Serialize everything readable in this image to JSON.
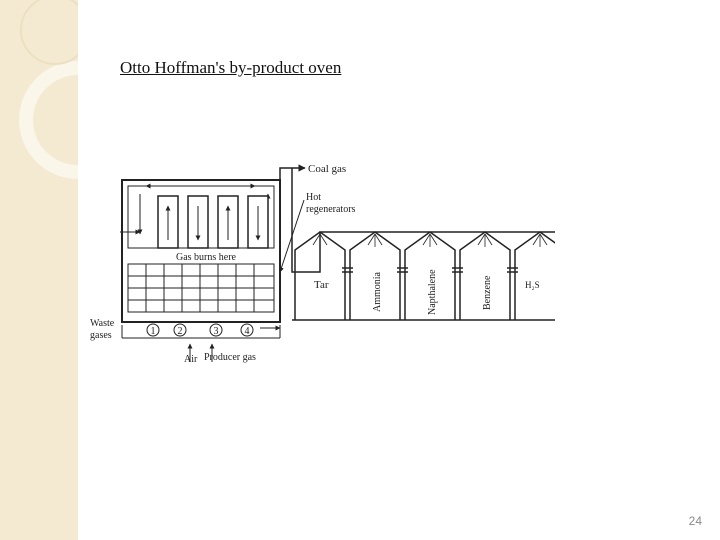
{
  "slide": {
    "title": "Otto Hoffman's by-product oven",
    "page_number": "24"
  },
  "diagram": {
    "labels": {
      "coal_gas": "Coal gas",
      "hot_regenerators_line1": "Hot",
      "hot_regenerators_line2": "regenerators",
      "gas_burns_here": "Gas burns here",
      "waste_gases_line1": "Waste",
      "waste_gases_line2": "gases",
      "air": "Air",
      "producer_gas": "Producer gas",
      "h2s": "H₂S"
    },
    "chambers": [
      "1",
      "2",
      "3",
      "4"
    ],
    "towers": [
      "Tar",
      "Ammonia",
      "Napthalene",
      "Benzene"
    ]
  },
  "colors": {
    "band": "#f4ead2",
    "ink": "#222222"
  }
}
